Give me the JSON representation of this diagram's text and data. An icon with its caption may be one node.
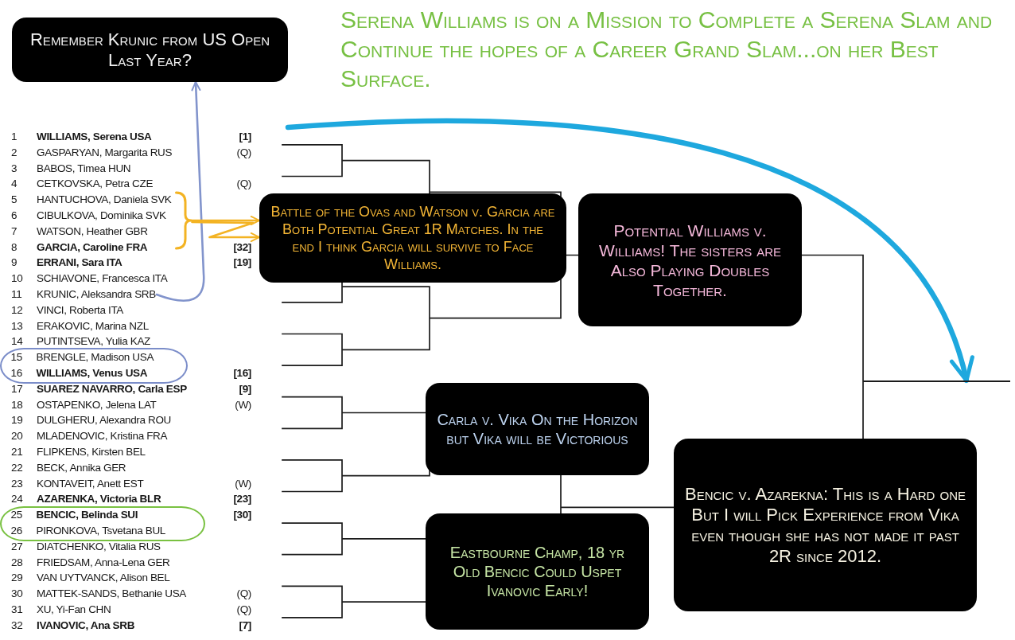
{
  "diagram": {
    "title": "Serena Williams is on a Mission to Complete a Serena Slam and Continue the hopes of a Career Grand Slam...on her Best Surface.",
    "nodes": [
      {
        "text": [
          "Remember Krunic from US Open Last Year?"
        ]
      },
      {
        "text": [],
        "shape": "bracket"
      },
      {
        "text": [
          "Battle of the Ovas and Watson v. Garcia are Both Potential Great 1R Matches. In the end I think Garcia will survive to Face Williams."
        ]
      },
      {
        "text": [
          "Potential Williams v. Williams! The sisters are Also Playing Doubles Together."
        ]
      },
      {
        "text": [
          "KRUNIC, Aleksandra SRB"
        ],
        "beside": [
          "11"
        ]
      },
      {
        "text": [
          "15",
          "BRENGLE, Madison USA",
          "16",
          "WILLIAMS, Venus USA"
        ]
      },
      {
        "text": [],
        "shape": "line"
      },
      {
        "text": [
          "Carla v. Vika On the Horizon but Vika will be Victorious"
        ]
      },
      {
        "text": [
          "Bencic v. Azarekna: This is a Hard one But I will Pick Experience from Vika even though she has not made it past 2R since 2012."
        ]
      },
      {
        "text": [
          "25",
          "BENCIC, Belinda SUI",
          "26",
          "PIRONKOVA, Tsvetana BUL"
        ]
      },
      {
        "text": [
          "Eastbourne Champ, 18 yr Old Bencic Could Uspet Ivanovic Early!"
        ]
      }
    ],
    "edges": [
      {
        "from": 4,
        "to": 0,
        "arrow": "to",
        "color": "#8294cc"
      },
      {
        "from": 1,
        "to": 2,
        "arrow": "to",
        "color": "#f3b323"
      },
      {
        "from": 1,
        "to": 2,
        "arrow": "to",
        "color": "#f3b323"
      },
      {
        "from": null,
        "to": 6,
        "arrow": "to",
        "style": "thick",
        "color": "#1ea8de"
      }
    ],
    "labels": [
      "1",
      "WILLIAMS, Serena USA",
      "[1]",
      "2",
      "GASPARYAN, Margarita RUS",
      "(Q)",
      "3",
      "BABOS, Timea HUN",
      "4",
      "CETKOVSKA, Petra CZE",
      "(Q)",
      "5",
      "HANTUCHOVA, Daniela SVK",
      "6",
      "CIBULKOVA, Dominika SVK",
      "7",
      "WATSON, Heather GBR",
      "8",
      "GARCIA, Caroline FRA",
      "[32]",
      "9",
      "ERRANI, Sara ITA",
      "[19]",
      "10",
      "SCHIAVONE, Francesca ITA",
      "12",
      "VINCI, Roberta ITA",
      "13",
      "ERAKOVIC, Marina NZL",
      "14",
      "PUTINTSEVA, Yulia KAZ",
      "[16]",
      "17",
      "SUAREZ NAVARRO, Carla ESP",
      "[9]",
      "18",
      "OSTAPENKO, Jelena LAT",
      "(W)",
      "19",
      "DULGHERU, Alexandra ROU",
      "20",
      "MLADENOVIC, Kristina FRA",
      "21",
      "FLIPKENS, Kirsten BEL",
      "22",
      "BECK, Annika GER",
      "23",
      "KONTAVEIT, Anett EST",
      "(W)",
      "24",
      "AZARENKA, Victoria BLR",
      "[23]",
      "[30]",
      "27",
      "DIATCHENKO, Vitalia RUS",
      "28",
      "FRIEDSAM, Anna-Lena GER",
      "29",
      "VAN UYTVANCK, Alison BEL",
      "30",
      "MATTEK-SANDS, Bethanie USA",
      "(Q)",
      "31",
      "XU, Yi-Fan CHN",
      "(Q)",
      "32",
      "IVANOVIC, Ana SRB",
      "[7]"
    ]
  }
}
